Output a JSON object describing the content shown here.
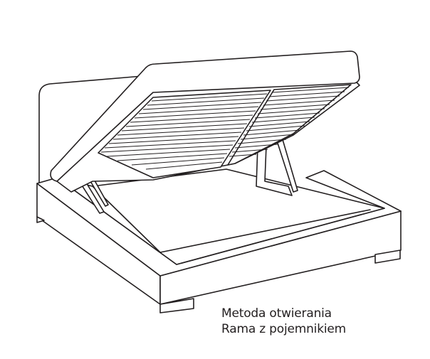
{
  "caption": {
    "line1": "Metoda otwierania",
    "line2": "Rama z pojemnikiem"
  },
  "colors": {
    "stroke": "#231f20",
    "fill": "#ffffff",
    "text": "#231f20"
  },
  "icons": [
    "storage-bed-illustration"
  ]
}
